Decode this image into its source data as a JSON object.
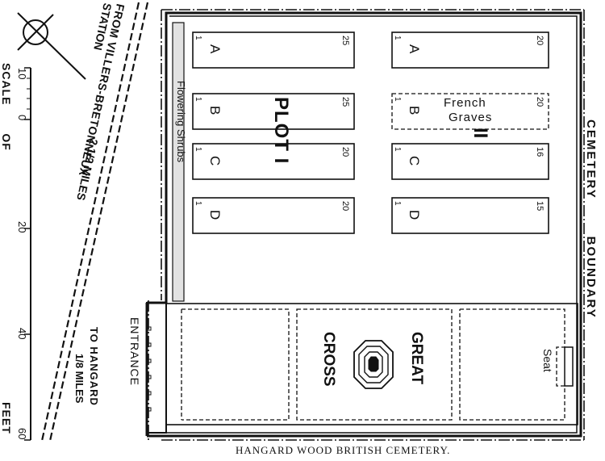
{
  "caption": "HANGARD WOOD BRITISH CEMETERY.",
  "from_label": {
    "line1": "FROM VILLERS-BRETONNEUX",
    "line2": "STATION",
    "line3": "2 1/2 MILES"
  },
  "to_label": {
    "line1": "TO HANGARD",
    "line2": "1/8 MILES"
  },
  "scale": {
    "label1": "SCALE OF",
    "label2": "FEET",
    "ticks": [
      "10",
      "0",
      "20",
      "40",
      "60"
    ]
  },
  "boundary_label": "CEMETERY BOUNDARY",
  "shrubs_label": "Flowering Shrubs",
  "entrance_label": "ENTRANCE",
  "plot1_label": "PLOT I",
  "plot2_label": "II",
  "french_label": {
    "line1": "French",
    "line2": "Graves"
  },
  "great_cross_label": {
    "line1": "GREAT",
    "line2": "CROSS"
  },
  "seat_label": "Seat",
  "rows_left": [
    {
      "letter": "A",
      "start": "1",
      "end": "25"
    },
    {
      "letter": "B",
      "start": "1",
      "end": "25"
    },
    {
      "letter": "C",
      "start": "1",
      "end": "20"
    },
    {
      "letter": "D",
      "start": "1",
      "end": "20"
    }
  ],
  "rows_right": [
    {
      "letter": "A",
      "start": "1",
      "end": "20"
    },
    {
      "letter": "B",
      "start": "1",
      "end": "20"
    },
    {
      "letter": "C",
      "start": "1",
      "end": "16"
    },
    {
      "letter": "D",
      "start": "1",
      "end": "15"
    }
  ]
}
